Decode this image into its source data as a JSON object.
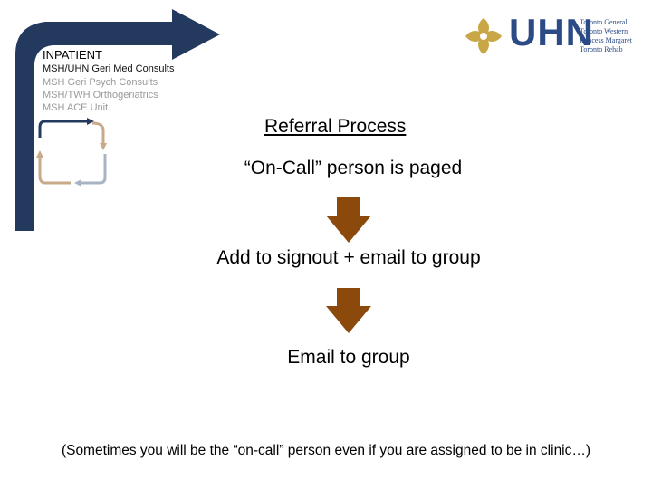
{
  "inpatient": {
    "title": "INPATIENT",
    "units": [
      "MSH/UHN Geri Med Consults",
      "MSH Geri Psych Consults",
      "MSH/TWH Orthogeriatrics",
      "MSH ACE Unit"
    ]
  },
  "logo": {
    "text": "UHN",
    "sites": [
      "Toronto General",
      "Toronto Western",
      "Princess Margaret",
      "Toronto Rehab"
    ]
  },
  "process": {
    "heading": "Referral Process",
    "steps": [
      "“On-Call” person is paged",
      "Add to signout + email to group",
      "Email to group"
    ]
  },
  "footnote": "(Sometimes you will be the “on-call” person even if you are assigned to be in clinic…)",
  "colors": {
    "big_arrow": "#233a5e",
    "down_arrow": "#8b4a0c",
    "cycle_dark": "#233a5e",
    "cycle_tan": "#c8a98a",
    "cycle_grey": "#a8b4c4",
    "logo_blue": "#2b4a86",
    "logo_gold": "#c9a646"
  }
}
